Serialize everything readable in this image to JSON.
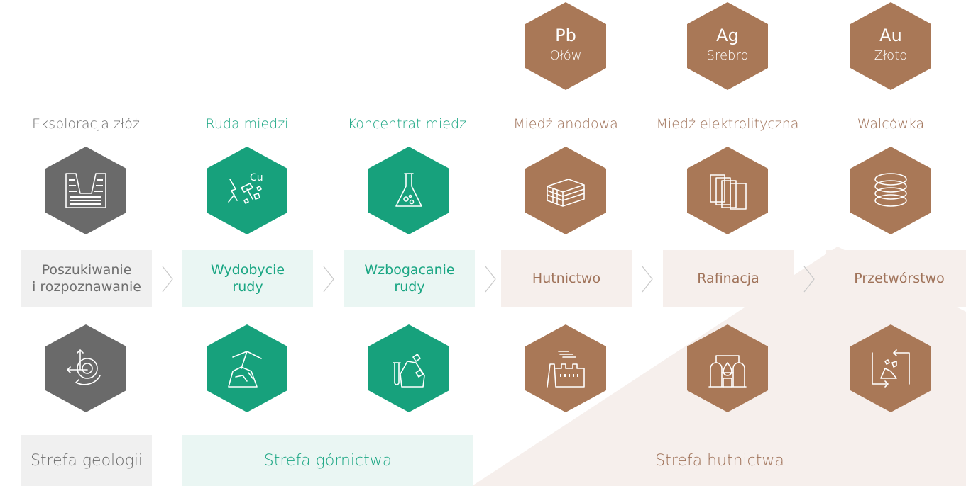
{
  "colors": {
    "gray": "#6a6a6a",
    "green": "#17a17c",
    "copper": "#a97857",
    "gray_light": "#f0f0f0",
    "green_light": "#eaf6f3",
    "copper_light": "#f6efec"
  },
  "metals": [
    {
      "symbol": "Pb",
      "name": "Ołów"
    },
    {
      "symbol": "Ag",
      "name": "Srebro"
    },
    {
      "symbol": "Au",
      "name": "Złoto"
    }
  ],
  "stages": [
    {
      "title": "Eksploracja złóż",
      "process": "Poszukiwanie\ni rozpoznawanie",
      "top_icon": "geology-deposit-icon",
      "bottom_icon": "survey-exploration-icon",
      "tone": "gray"
    },
    {
      "title": "Ruda miedzi",
      "process": "Wydobycie\nrudy",
      "top_icon": "copper-ore-icon",
      "bottom_icon": "mining-pickaxe-icon",
      "tone": "green"
    },
    {
      "title": "Koncentrat miedzi",
      "process": "Wzbogacanie\nrudy",
      "top_icon": "flask-concentrate-icon",
      "bottom_icon": "test-tube-rock-icon",
      "tone": "green"
    },
    {
      "title": "Miedź anodowa",
      "process": "Hutnictwo",
      "top_icon": "anode-stack-icon",
      "bottom_icon": "smelter-factory-icon",
      "tone": "copper"
    },
    {
      "title": "Miedź elektrolityczna",
      "process": "Rafinacja",
      "top_icon": "cathode-sheets-icon",
      "bottom_icon": "refinery-tanks-icon",
      "tone": "copper"
    },
    {
      "title": "Walcówka",
      "process": "Przetwórstwo",
      "top_icon": "wire-rod-coil-icon",
      "bottom_icon": "recycling-processing-icon",
      "tone": "copper"
    }
  ],
  "zones": [
    {
      "label": "Strefa geologii"
    },
    {
      "label": "Strefa górnictwa"
    },
    {
      "label": "Strefa hutnictwa"
    }
  ]
}
